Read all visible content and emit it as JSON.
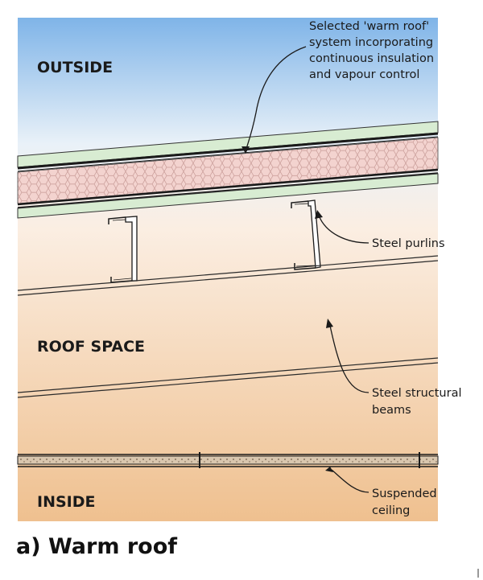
{
  "zones": {
    "outside": "OUTSIDE",
    "roof_space": "ROOF SPACE",
    "inside": "INSIDE"
  },
  "callouts": {
    "warm_roof": [
      "Selected 'warm roof'",
      "system incorporating",
      "continuous insulation",
      "and vapour control"
    ],
    "purlins": [
      "Steel purlins"
    ],
    "beams": [
      "Steel structural",
      "beams"
    ],
    "ceiling": [
      "Suspended",
      "ceiling"
    ]
  },
  "caption": "a) Warm roof",
  "colors": {
    "sky_top": "#7fb4e8",
    "sky_bottom": "#e9f1f8",
    "space_top": "#fbeee2",
    "space_bottom": "#efc08f",
    "deck_green": "#d8ecd2",
    "insulation_pink": "#f3d3cf",
    "line_dark": "#1a1a1a"
  }
}
